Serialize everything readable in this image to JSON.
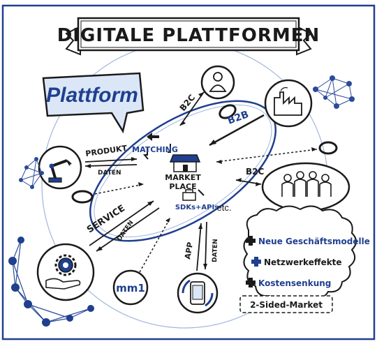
{
  "title": "DIGITALE PLATTFORMEN",
  "platform_label": "Plattform",
  "center": {
    "matching": "MATCHING",
    "market_line1": "MARKET",
    "market_line2": "PLACE",
    "sdks": "SDKs+APIs",
    "etc": "etc."
  },
  "connections": {
    "b2c_top": "B2C",
    "b2b": "B2B",
    "b2c_right": "B2C",
    "produkt": "PRODUKT",
    "daten_produkt": "DATEN",
    "service": "SERVICE",
    "daten_service": "DATEN",
    "app": "APP",
    "daten_app": "DATEN"
  },
  "mm1_label": "mm1",
  "benefits": [
    {
      "icon": "plus",
      "text": "Neue Geschäftsmodelle"
    },
    {
      "icon": "plus",
      "text": "Netzwerkeffekte"
    },
    {
      "icon": "plus",
      "text": "Kostensenkung"
    }
  ],
  "two_sided": "2-Sided-Market",
  "colors": {
    "ink": "#1a1a1a",
    "blue": "#1f3f8f",
    "light_blue": "#dbe7f7",
    "dot_blue": "#2b4a9a",
    "banner_fill": "#ffffff"
  }
}
